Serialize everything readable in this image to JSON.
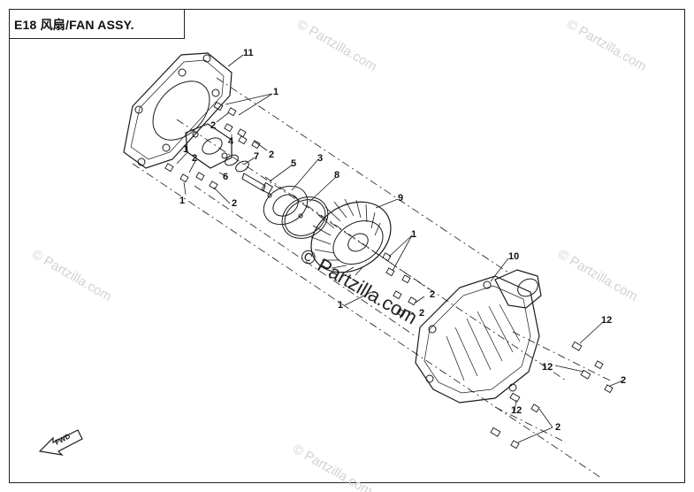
{
  "title": "E18 风扇/FAN ASSY.",
  "watermark": "© Partzilla.com",
  "fwd_label": "FWD",
  "callouts": {
    "c11": "11",
    "c1a": "1",
    "c2a": "2",
    "c4": "4",
    "c2b": "2",
    "c7": "7",
    "c1b": "1",
    "c2c": "2",
    "c6": "6",
    "c5": "5",
    "c3": "3",
    "c8": "8",
    "c1c": "1",
    "c2d": "2",
    "c9": "9",
    "c1d": "1",
    "c2e": "2",
    "c1e": "1",
    "c2f": "2",
    "c10": "10",
    "c12a": "12",
    "c12b": "12",
    "c2g": "2",
    "c12c": "12",
    "c2h": "2"
  },
  "colors": {
    "line": "#1a1a1a",
    "watermark": "#d2d2d2",
    "frame": "#222222"
  }
}
